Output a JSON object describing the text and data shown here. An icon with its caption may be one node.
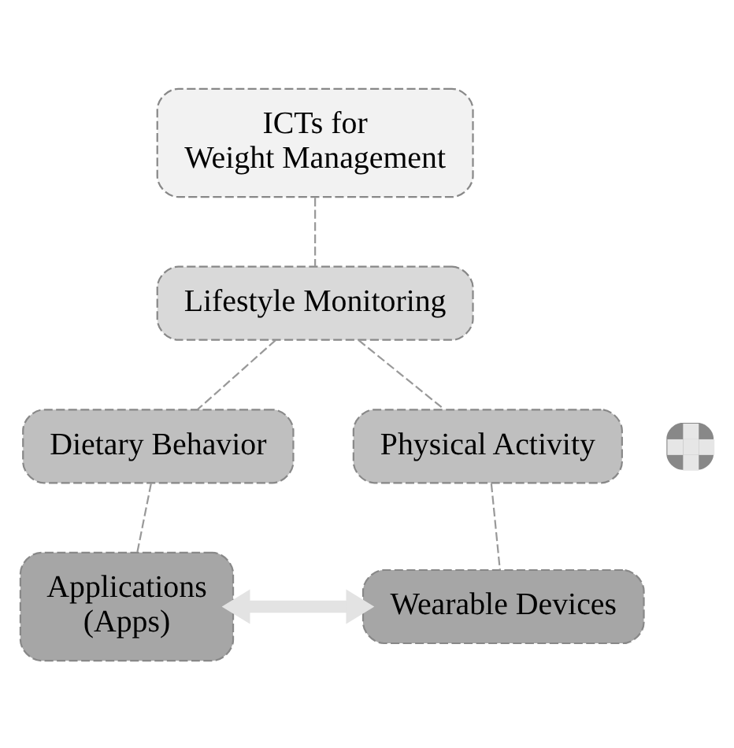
{
  "diagram": {
    "nodes": [
      {
        "text": [
          "ICTs for Weight Management"
        ]
      },
      {
        "text": [
          "Lifestyle Monitoring"
        ]
      },
      {
        "text": [
          "Dietary Behavior"
        ]
      },
      {
        "text": [],
        "shape": "plus"
      },
      {
        "text": [
          "Physical Activity"
        ]
      },
      {
        "text": [
          "Applications (Apps)"
        ]
      },
      {
        "text": [
          "Wearable Devices"
        ]
      }
    ],
    "edges": [
      {
        "from": 0,
        "to": 1,
        "arrow": "none",
        "style": "dashed"
      },
      {
        "from": 1,
        "to": 2,
        "arrow": "none",
        "style": "dashed"
      },
      {
        "from": 1,
        "to": 4,
        "arrow": "none",
        "style": "dashed"
      },
      {
        "from": 2,
        "to": 5,
        "arrow": "none",
        "style": "dashed"
      },
      {
        "from": 4,
        "to": 6,
        "arrow": "none",
        "style": "dashed"
      },
      {
        "from": 5,
        "to": 6,
        "arrow": "both",
        "style": "thick",
        "color": "#e3e3e3"
      }
    ]
  }
}
